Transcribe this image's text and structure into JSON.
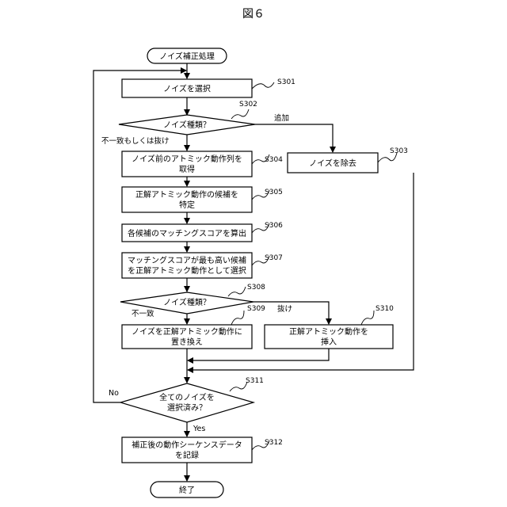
{
  "title": "図６",
  "nodes": {
    "start": "ノイズ補正処理",
    "select_noise": "ノイズを選択",
    "noise_type_1": "ノイズ種類？",
    "get_prev_1": "ノイズ前のアトミック動作列を",
    "get_prev_2": "取得",
    "identify_1": "正解アトミック動作の候補を",
    "identify_2": "特定",
    "calc_score": "各候補のマッチングスコアを算出",
    "select_best_1": "マッチングスコアが最も高い候補",
    "select_best_2": "を正解アトミック動作として選択",
    "noise_type_2": "ノイズ種類？",
    "replace_1": "ノイズを正解アトミック動作に",
    "replace_2": "置き換え",
    "insert_1": "正解アトミック動作を",
    "insert_2": "挿入",
    "remove": "ノイズを除去",
    "all_selected_1": "全てのノイズを",
    "all_selected_2": "選択済み？",
    "record_1": "補正後の動作シーケンスデータ",
    "record_2": "を記録",
    "end": "終了"
  },
  "steps": {
    "s301": "S301",
    "s302": "S302",
    "s303": "S303",
    "s304": "S304",
    "s305": "S305",
    "s306": "S306",
    "s307": "S307",
    "s308": "S308",
    "s309": "S309",
    "s310": "S310",
    "s311": "S311",
    "s312": "S312"
  },
  "edges": {
    "added": "追加",
    "mismatch_or_missing": "不一致もしくは抜け",
    "mismatch": "不一致",
    "missing": "抜け",
    "no": "No",
    "yes": "Yes"
  }
}
